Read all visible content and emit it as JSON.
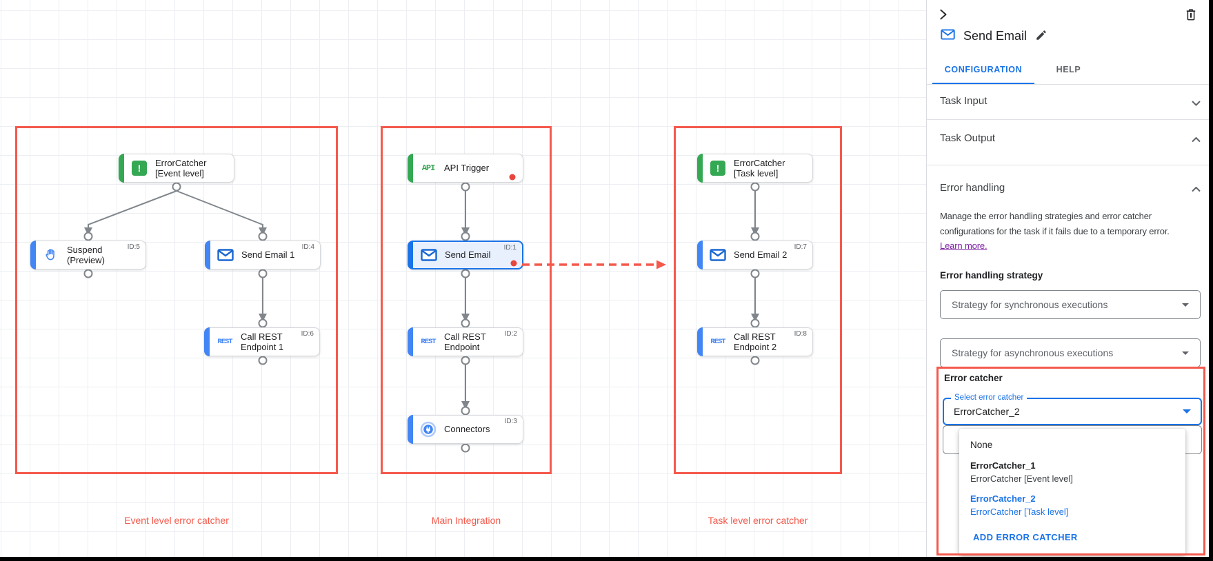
{
  "colors": {
    "accent_blue": "#1a73e8",
    "task_blue": "#4285f4",
    "trigger_green": "#34a853",
    "annotation_red": "#f4594c",
    "marker_red": "#e8453c",
    "link_purple": "#7b1fa2",
    "selected_node_bg": "#e8f0fe"
  },
  "canvas": {
    "groups": [
      {
        "label": "Event level error catcher"
      },
      {
        "label": "Main Integration"
      },
      {
        "label": "Task level error catcher"
      }
    ],
    "nodes": [
      {
        "title": "ErrorCatcher [Event level]",
        "id": "",
        "icon": "error-catcher-icon"
      },
      {
        "title": "Suspend (Preview)",
        "id": "ID:5",
        "icon": "hand-icon"
      },
      {
        "title": "Send Email 1",
        "id": "ID:4",
        "icon": "email-icon"
      },
      {
        "title": "Call REST Endpoint 1",
        "id": "ID:6",
        "icon": "rest-icon",
        "icon_text": "REST"
      },
      {
        "title": "API Trigger",
        "id": "",
        "icon": "api-icon",
        "icon_text": "API"
      },
      {
        "title": "Send Email",
        "id": "ID:1",
        "icon": "email-icon",
        "selected": true
      },
      {
        "title": "Call REST Endpoint",
        "id": "ID:2",
        "icon": "rest-icon",
        "icon_text": "REST"
      },
      {
        "title": "Connectors",
        "id": "ID:3",
        "icon": "connectors-icon"
      },
      {
        "title": "ErrorCatcher [Task level]",
        "id": "",
        "icon": "error-catcher-icon"
      },
      {
        "title": "Send Email 2",
        "id": "ID:7",
        "icon": "email-icon"
      },
      {
        "title": "Call REST Endpoint 2",
        "id": "ID:8",
        "icon": "rest-icon",
        "icon_text": "REST"
      }
    ]
  },
  "panel": {
    "title": "Send Email",
    "tabs": [
      {
        "label": "CONFIGURATION"
      },
      {
        "label": "HELP"
      }
    ],
    "sections": {
      "task_input": "Task Input",
      "task_output": "Task Output",
      "error_handling": {
        "title": "Error handling",
        "description_lines": [
          "Manage the error handling strategies and error catcher",
          "configurations for the task if it fails due to a temporary error."
        ],
        "learn_more": "Learn more.",
        "strategy_label": "Error handling strategy",
        "sync_select_value": "Strategy for synchronous executions",
        "async_select_value": "Strategy for asynchronous executions",
        "error_catcher": {
          "label": "Error catcher",
          "select_label": "Select error catcher",
          "value": "ErrorCatcher_2",
          "menu": {
            "none": "None",
            "options": [
              {
                "name": "ErrorCatcher_1",
                "detail": "ErrorCatcher [Event level]"
              },
              {
                "name": "ErrorCatcher_2",
                "detail": "ErrorCatcher [Task level]"
              }
            ],
            "add_button": "ADD ERROR CATCHER"
          }
        }
      }
    }
  }
}
